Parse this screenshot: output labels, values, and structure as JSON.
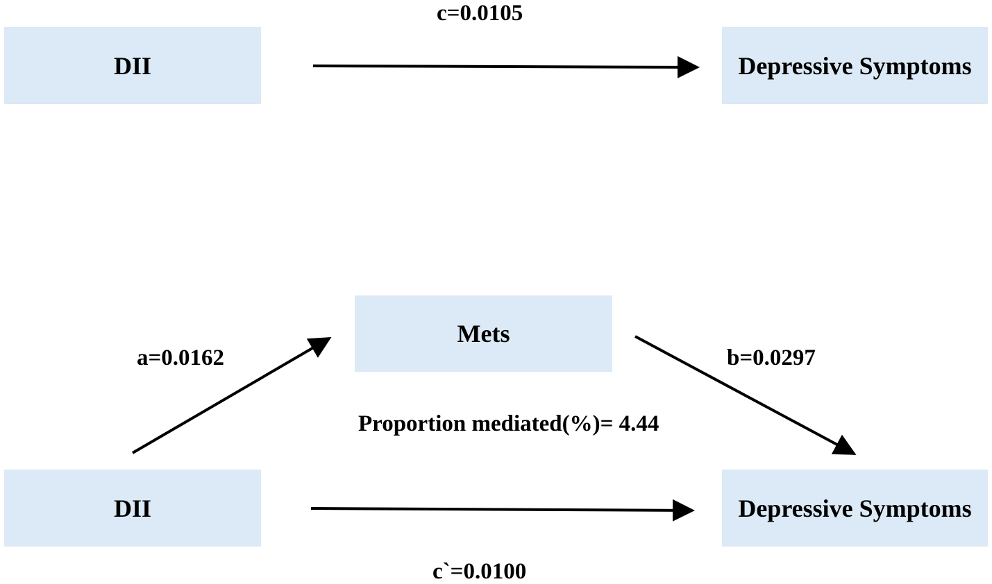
{
  "top_model": {
    "left_box": "DII",
    "right_box": "Depressive Symptoms",
    "path_label": "c=0.0105"
  },
  "bottom_model": {
    "left_box": "DII",
    "mediator_box": "Mets",
    "right_box": "Depressive Symptoms",
    "path_a_label": "a=0.0162",
    "path_b_label": "b=0.0297",
    "direct_path_label": "c`=0.0100",
    "proportion_label": "Proportion mediated(%)= 4.44"
  },
  "colors": {
    "box_fill": "#dce9f6",
    "arrow": "#000000",
    "text": "#000000"
  }
}
